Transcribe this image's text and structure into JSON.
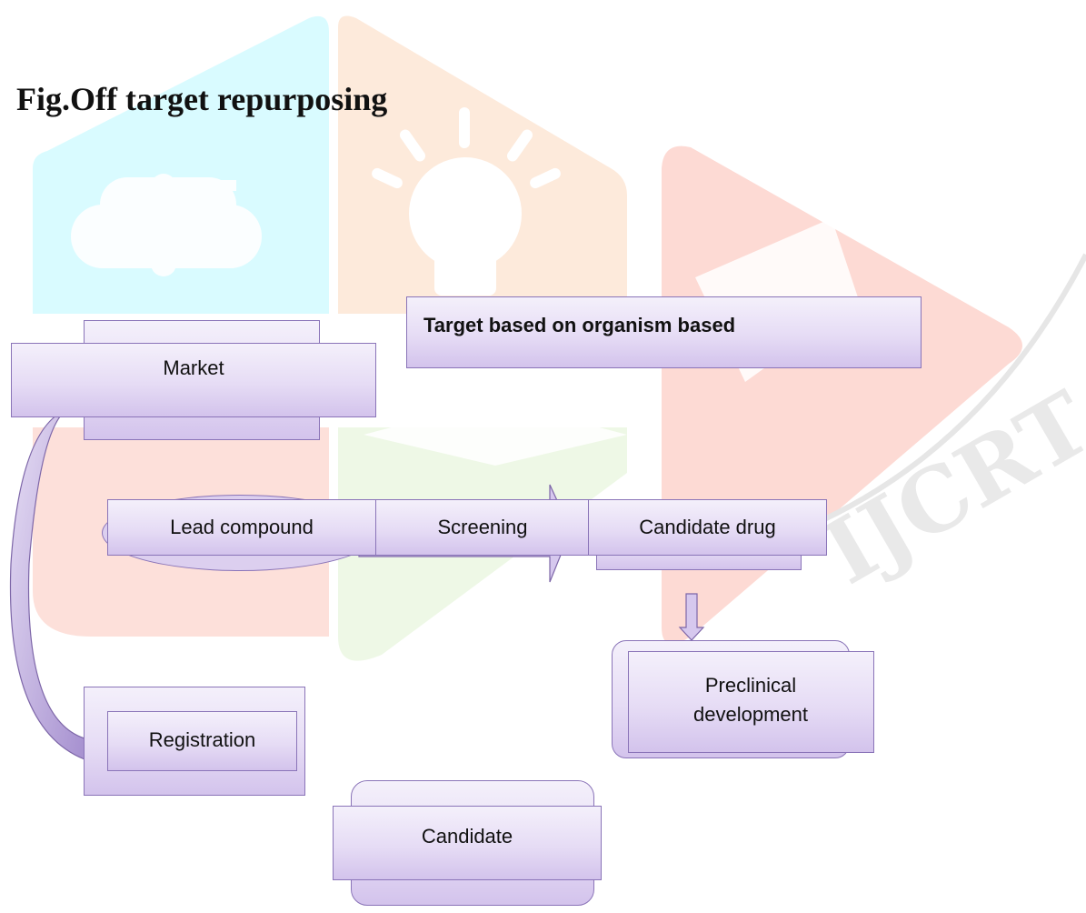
{
  "figure": {
    "title": "Fig.Off target repurposing"
  },
  "watermark": {
    "text": "IJCRT"
  },
  "nodes": {
    "target": "Target based on organism based",
    "market": "Market",
    "lead_compound": "Lead compound",
    "screening": "Screening",
    "candidate_drug": "Candidate drug",
    "preclinical": "Preclinical development",
    "registration": "Registration",
    "candidate": "Candidate"
  },
  "colors": {
    "box_border": "#8a74b8",
    "box_fill_top": "#f4f0fb",
    "box_fill_bottom": "#d3c3ec",
    "watermark_cyan": "#d9fbff",
    "watermark_orange": "#fdeadb",
    "watermark_red": "#fddad4",
    "watermark_green": "#eef8e6"
  }
}
